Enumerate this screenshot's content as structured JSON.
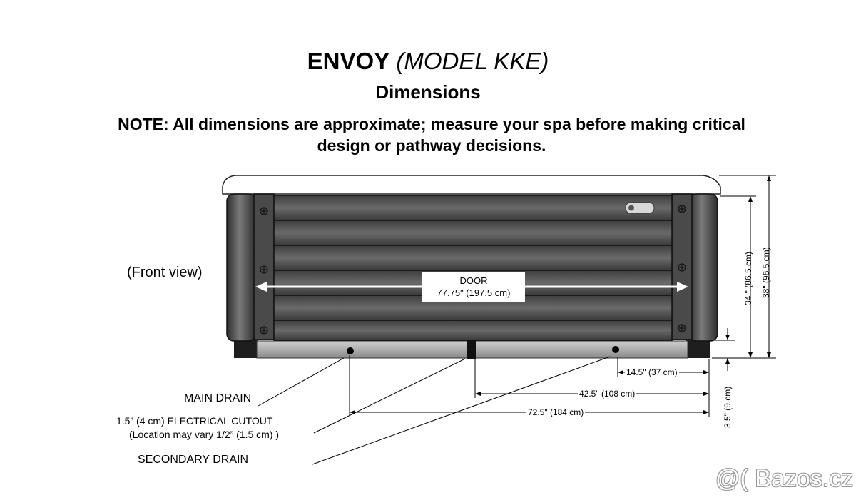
{
  "header": {
    "title_bold": "ENVOY",
    "title_italic": "(MODEL KKE)",
    "subtitle": "Dimensions",
    "note": "NOTE: All dimensions are approximate; measure your spa before making critical design or pathway decisions."
  },
  "diagram": {
    "view_label": "(Front view)",
    "door": {
      "label": "DOOR",
      "measurement": "77.75\" (197.5 cm)"
    },
    "horizontal_dimensions": {
      "secondary_to_edge": "14.5\" (37 cm)",
      "cutout_to_edge": "42.5\" (108 cm)",
      "main_to_edge": "72.5\" (184 cm)"
    },
    "vertical_dimensions": {
      "cabinet_height": "34 \" (86.5 cm)",
      "total_height": "38\" (96.5 cm)",
      "base_height": "3.5\" (9 cm)"
    },
    "callouts": {
      "main_drain": "MAIN DRAIN",
      "cutout": "1.5” (4 cm) ELECTRICAL CUTOUT",
      "cutout_note": "(Location may vary 1/2” (1.5 cm) )",
      "secondary_drain": "SECONDARY DRAIN"
    }
  },
  "watermark": "@( Bazos.cz"
}
